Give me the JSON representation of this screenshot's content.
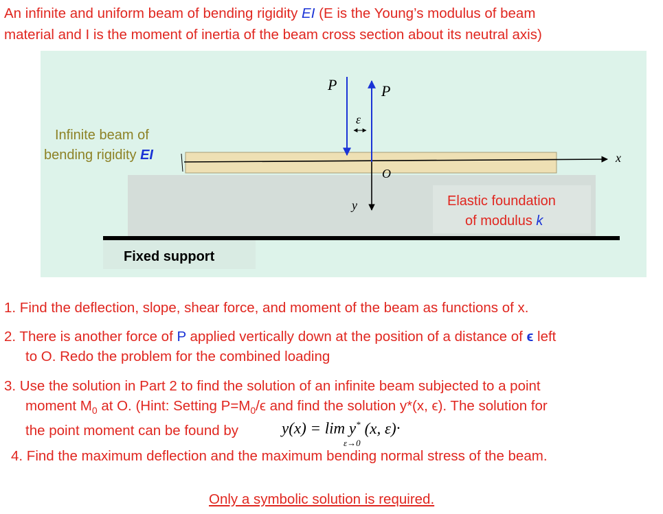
{
  "intro": {
    "line1_a": "An infinite and uniform beam of bending rigidity ",
    "line1_ei": "EI",
    "line1_b": " (E is the Young’s modulus of beam",
    "line2": "material and I is the moment of inertia of the beam cross section about its neutral axis)"
  },
  "figure": {
    "beam_label_line1": "Infinite beam of",
    "beam_label_line2": "bending rigidity ",
    "beam_label_ei": "EI",
    "load_left": "P",
    "load_right": "P",
    "epsilon": "ε",
    "origin": "O",
    "x_axis": "x",
    "y_axis": "y",
    "foundation_line1": "Elastic foundation",
    "foundation_line2": "of modulus ",
    "foundation_k": "k",
    "support_label": "Fixed support"
  },
  "questions": {
    "q1": "1. Find the deflection, slope, shear force, and moment of the beam as functions of x.",
    "q2_a": "2. There is another force of ",
    "q2_p": "P",
    "q2_b": " applied vertically down  at the position of a distance of ",
    "q2_eps": "ϵ",
    "q2_c": " left",
    "q2_line2": "to O.  Redo the problem for the combined loading",
    "q3_line1": "3. Use the solution in Part 2 to find the solution of an infinite beam subjected to a point",
    "q3_line2_a": "moment M",
    "q3_line2_sub": "0",
    "q3_line2_b": " at O.  (Hint:  Setting P=M",
    "q3_line2_sub2": "0",
    "q3_line2_c": "/ϵ and find the solution y*(x, ϵ).  The solution for",
    "q3_line3": "the point moment can be found by ",
    "formula_lhs": "y(x) = lim y",
    "formula_star": "*",
    "formula_args": "(x, ε)",
    "formula_dot": "·",
    "formula_sub": "ε→0",
    "q4": "4. Find the maximum deflection and the maximum bending normal stress of the beam.",
    "closing": "Only a symbolic solution is required."
  },
  "colors": {
    "text": "#e0261f",
    "accent": "#1a33d6",
    "figure_bg": "#ddf3ea"
  }
}
